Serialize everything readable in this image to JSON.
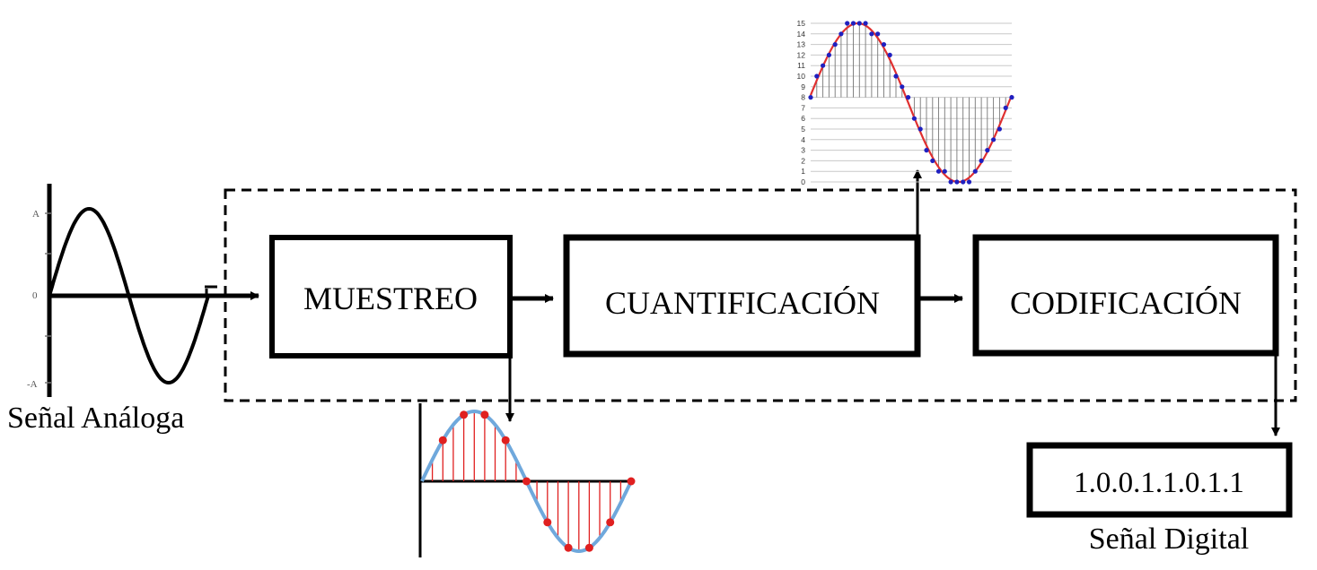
{
  "blocks": {
    "sampling": "MUESTREO",
    "quantization": "CUANTIFICACIÓN",
    "coding": "CODIFICACIÓN"
  },
  "input": {
    "caption": "Señal Análoga",
    "axis_ticks": [
      "A",
      "0",
      "-A"
    ]
  },
  "output": {
    "code": "1.0.0.1.1.0.1.1",
    "caption": "Señal Digital"
  },
  "quantized_plot": {
    "levels": [
      "15",
      "14",
      "13",
      "12",
      "11",
      "10",
      "9",
      "8",
      "7",
      "6",
      "5",
      "4",
      "3",
      "2",
      "1",
      "0"
    ]
  },
  "colors": {
    "line": "#000000",
    "sine_blue": "#6fa8dc",
    "sample_red": "#e02020",
    "quant_red": "#e03030",
    "quant_blue": "#2020c0",
    "grid": "#c8c8c8"
  }
}
